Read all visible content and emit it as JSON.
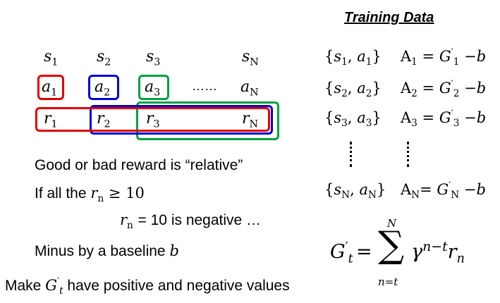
{
  "title": "Training Data",
  "colors": {
    "red": "#e00000",
    "blue": "#0000d0",
    "green": "#00a040"
  },
  "states": [
    {
      "sym": "s",
      "sub": "1"
    },
    {
      "sym": "s",
      "sub": "2"
    },
    {
      "sym": "s",
      "sub": "3"
    },
    {
      "sym": "s",
      "sub": "N"
    }
  ],
  "actions": [
    {
      "sym": "a",
      "sub": "1"
    },
    {
      "sym": "a",
      "sub": "2"
    },
    {
      "sym": "a",
      "sub": "3"
    },
    {
      "sym": "a",
      "sub": "N"
    }
  ],
  "rewards": [
    {
      "sym": "r",
      "sub": "1"
    },
    {
      "sym": "r",
      "sub": "2"
    },
    {
      "sym": "r",
      "sub": "3"
    },
    {
      "sym": "r",
      "sub": "N"
    }
  ],
  "ellipsis": "……",
  "pairs": [
    {
      "s": "s",
      "a": "a",
      "sub": "1"
    },
    {
      "s": "s",
      "a": "a",
      "sub": "2"
    },
    {
      "s": "s",
      "a": "a",
      "sub": "3"
    },
    {
      "s": "s",
      "a": "a",
      "sub": "N"
    }
  ],
  "advantages": [
    {
      "A": "A",
      "sub": "1",
      "eq": "=",
      "G": "G",
      "minus": "−",
      "b": "b"
    },
    {
      "A": "A",
      "sub": "2",
      "eq": "=",
      "G": "G",
      "minus": "−",
      "b": "b"
    },
    {
      "A": "A",
      "sub": "3",
      "eq": "=",
      "G": "G",
      "minus": "−",
      "b": "b"
    },
    {
      "A": "A",
      "sub": "N",
      "eq": "=",
      "G": "G",
      "minus": "−",
      "b": "b"
    }
  ],
  "text": {
    "line1": "Good or bad reward is “relative”",
    "line2_prefix": "If all the ",
    "line2_rel": "≥ 10",
    "line3_mid": "= 10 is negative …",
    "line4": "Minus by a baseline ",
    "line5_prefix": "Make ",
    "line5_suffix": " have positive and negative values"
  },
  "formula": {
    "lhs": "G",
    "sub_t": "t",
    "prime": "′",
    "eq": "=",
    "sigma": "∑",
    "upper": "N",
    "lower": "n=t",
    "gamma": "γ",
    "exp": "n−t",
    "r": "r",
    "r_sub": "n"
  }
}
